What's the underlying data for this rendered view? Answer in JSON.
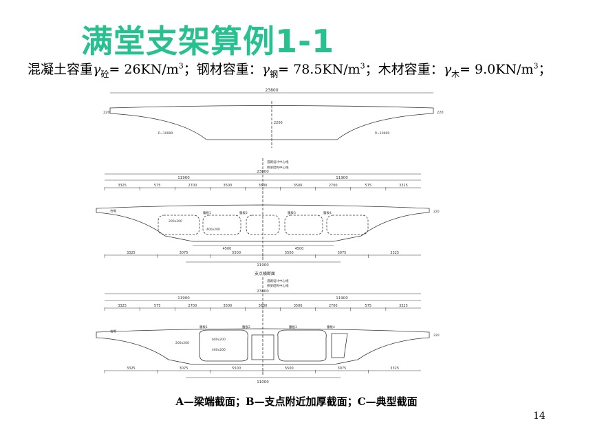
{
  "slide": {
    "title": "满堂支架算例1-1",
    "formula": {
      "concrete_label": "混凝土容重",
      "concrete_sub": "砼",
      "concrete_value": "= 26KN/m",
      "steel_label": "；钢材容重：",
      "steel_sub": "钢",
      "steel_value": "= 78.5KN/m",
      "wood_label": "；木材容重：",
      "wood_sub": "木",
      "wood_value": "= 9.0KN/m",
      "gamma": "γ",
      "cube": "3",
      "end": "；"
    },
    "caption": "A—梁端截面；B—支点附近加厚截面；C—典型截面",
    "page_number": "14"
  },
  "drawing": {
    "section_a": {
      "total_width": "23800",
      "side_height": "220",
      "center_height": "2200",
      "radius": "R=10000"
    },
    "section_b": {
      "centerline_label_1": "道路设计中心线",
      "centerline_label_2": "桥梁结构中心线",
      "total_width": "23800",
      "half_width_left": "11900",
      "half_width_right": "11900",
      "top_dims": [
        "3325",
        "575",
        "2700",
        "3500",
        "3600",
        "3500",
        "2700",
        "575",
        "3325"
      ],
      "bottom_dims": [
        "3325",
        "3075",
        "5500",
        "5500",
        "3075",
        "3325"
      ],
      "inner_dims": [
        "4500",
        "4500"
      ],
      "bottom_total": "11900",
      "web_labels": [
        "腹板1",
        "腹板2",
        "腹板3",
        "腹板4"
      ],
      "chamfer_labels": [
        "200x200",
        "400x200"
      ],
      "side_label": "右幅",
      "side_height": "220"
    },
    "section_c": {
      "heading": "支点横断面",
      "centerline_label_1": "道路设计中心线",
      "centerline_label_2": "桥梁结构中心线",
      "total_width": "23800",
      "half_width_left": "11900",
      "half_width_right": "11900",
      "top_dims": [
        "3325",
        "575",
        "2700",
        "3500",
        "3600",
        "3500",
        "2700",
        "575",
        "3325"
      ],
      "bottom_dims": [
        "3325",
        "3075",
        "5500",
        "5500",
        "3075",
        "3325"
      ],
      "bottom_total": "11000",
      "web_labels": [
        "腹板1",
        "腹板2",
        "腹板3",
        "腹板4"
      ],
      "chamfer_labels": [
        "200x200",
        "600x200",
        "400x200"
      ],
      "side_label": "右幅",
      "side_height": "220"
    }
  }
}
